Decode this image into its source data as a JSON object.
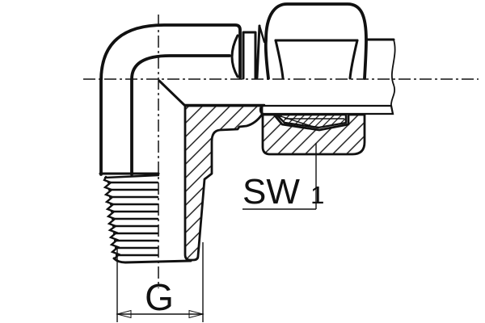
{
  "drawing": {
    "labels": {
      "dimension_thread": "G",
      "wrench_size": "SW",
      "wrench_size_index": "1"
    },
    "colors": {
      "line": "#111111",
      "tube_section_fill": "#c9c9c9",
      "background": "#ffffff"
    }
  }
}
